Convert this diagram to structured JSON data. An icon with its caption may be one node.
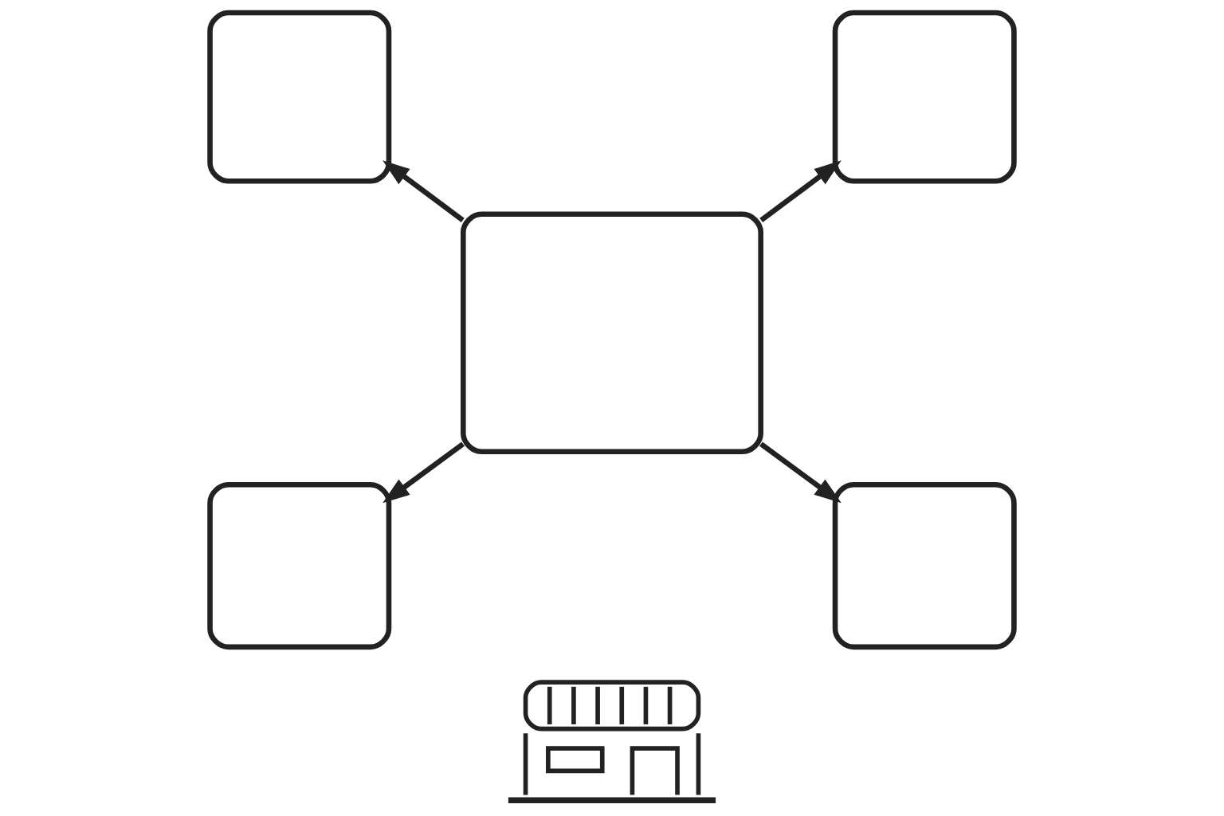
{
  "diagram": {
    "nodes": [
      {
        "text": [],
        "shape": "box"
      },
      {
        "text": [],
        "shape": "box"
      },
      {
        "text": [],
        "shape": "box"
      },
      {
        "text": [],
        "shape": "box"
      },
      {
        "text": [],
        "shape": "box"
      },
      {
        "text": [],
        "shape": "picture"
      }
    ],
    "edges": [
      {
        "from": 2,
        "to": 0,
        "arrow": "to"
      },
      {
        "from": 2,
        "to": 1,
        "arrow": "to"
      },
      {
        "from": 2,
        "to": 3,
        "arrow": "to"
      },
      {
        "from": 2,
        "to": 4,
        "arrow": "to"
      }
    ]
  }
}
